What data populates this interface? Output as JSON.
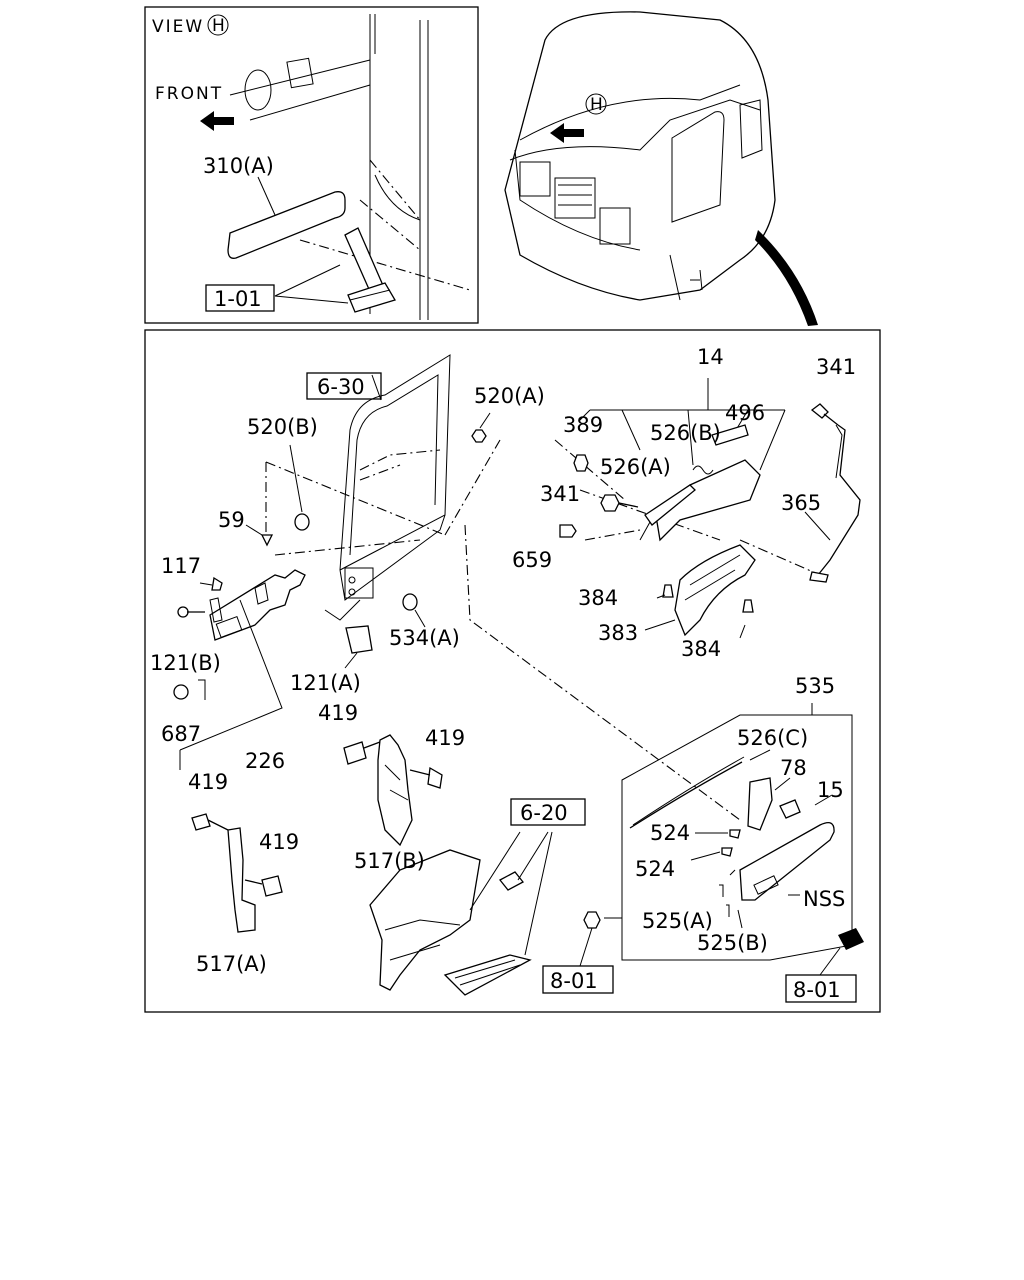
{
  "inset": {
    "view_label": "VIEW",
    "view_marker": "H",
    "front_label": "FRONT",
    "part_310a": "310(A)",
    "ref_1_01": "1-01"
  },
  "cab": {
    "view_marker": "H"
  },
  "main": {
    "ref_boxes": {
      "r6_30": "6-30",
      "r6_20": "6-20",
      "r8_01_left": "8-01",
      "r8_01_right": "8-01"
    },
    "labels": {
      "p14": "14",
      "p341_top": "341",
      "p520a": "520(A)",
      "p520b": "520(B)",
      "p389": "389",
      "p526b": "526(B)",
      "p496": "496",
      "p526a": "526(A)",
      "p341_mid": "341",
      "p365": "365",
      "p59": "59",
      "p659": "659",
      "p117": "117",
      "p384_left": "384",
      "p383": "383",
      "p384_bottom": "384",
      "p534a": "534(A)",
      "p121b": "121(B)",
      "p121a": "121(A)",
      "p535": "535",
      "p419_a": "419",
      "p419_b": "419",
      "p687": "687",
      "p226": "226",
      "p526c": "526(C)",
      "p78": "78",
      "p15": "15",
      "p419_c": "419",
      "p419_d": "419",
      "p524_a": "524",
      "p524_b": "524",
      "p517b": "517(B)",
      "pNSS": "NSS",
      "p525a": "525(A)",
      "p525b": "525(B)",
      "p517a": "517(A)"
    }
  }
}
